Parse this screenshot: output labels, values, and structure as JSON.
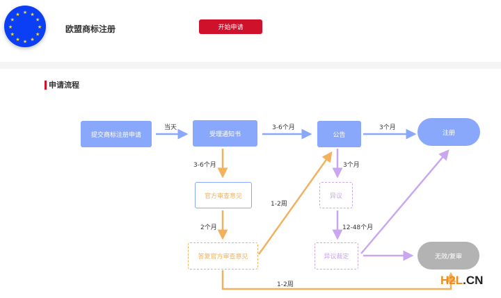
{
  "header": {
    "title": "欧盟商标注册",
    "apply_button": "开始申请",
    "logo": "eu-flag"
  },
  "section": {
    "title": "申请流程"
  },
  "flow": {
    "nodes": {
      "submit": "提交商标注册申请",
      "receipt": "受理通知书",
      "publish": "公告",
      "register": "注册",
      "official_opinion": "官方审查意见",
      "reply_opinion": "答复官方审查意见",
      "opposition": "异议",
      "opposition_ruling": "异议裁定",
      "invalid": "无效/复审"
    },
    "edges": {
      "submit_receipt": "当天",
      "receipt_publish": "3-6个月",
      "publish_register": "3个月",
      "receipt_opinion": "3-6个月",
      "opinion_reply": "2个月",
      "reply_publish": "1-2周",
      "publish_opposition": "3个月",
      "opposition_ruling": "12-48个月",
      "reply_invalid": "1-2周"
    }
  },
  "watermark": {
    "prefix": "H2L",
    "suffix": ".CN"
  },
  "colors": {
    "blue": "#8aa8fb",
    "orange": "#f2b15c",
    "purple": "#c9a7ee",
    "red": "#d0112b",
    "gray": "#b3b3b3"
  }
}
